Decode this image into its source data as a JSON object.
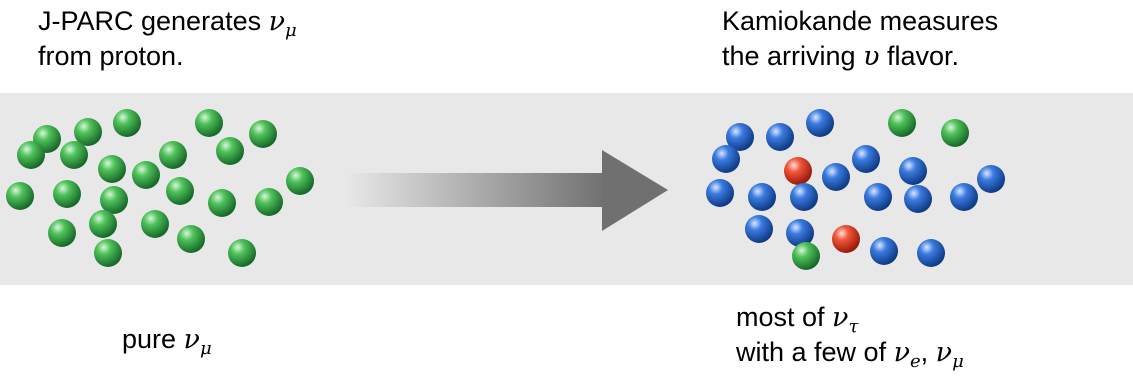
{
  "top_left": {
    "line1_text": "J-PARC generates ",
    "line1_symbol": "ν",
    "line1_sub": "μ",
    "line2": "from proton."
  },
  "top_right": {
    "line1": "Kamiokande measures",
    "line2_prefix": "the arriving ",
    "line2_symbol": "υ",
    "line2_suffix": " flavor."
  },
  "bottom_left": {
    "prefix": "pure ",
    "symbol": "ν",
    "sub": "μ"
  },
  "bottom_right": {
    "line1_prefix": "most of ",
    "line1_symbol": "ν",
    "line1_sub": "τ",
    "line2_prefix": "with a few of ",
    "line2_symbol_a": "ν",
    "line2_sub_a": "e",
    "line2_sep": ", ",
    "line2_symbol_b": "ν",
    "line2_sub_b": "μ"
  },
  "colors": {
    "green_particle": "#2e9e3c",
    "blue_particle": "#1f5bb5",
    "red_particle": "#d9381e",
    "arrow": "#707070",
    "band": "#e8e8e8"
  },
  "particles": {
    "source": [
      "green",
      "green",
      "green",
      "green",
      "green",
      "green",
      "green",
      "green",
      "green",
      "green",
      "green",
      "green",
      "green",
      "green",
      "green",
      "green",
      "green",
      "green",
      "green",
      "green",
      "green",
      "green",
      "green",
      "green"
    ],
    "detector": [
      "blue",
      "blue",
      "blue",
      "green",
      "green",
      "blue",
      "red",
      "blue",
      "blue",
      "blue",
      "blue",
      "blue",
      "blue",
      "blue",
      "blue",
      "blue",
      "blue",
      "blue",
      "blue",
      "red",
      "blue",
      "blue",
      "green"
    ]
  }
}
